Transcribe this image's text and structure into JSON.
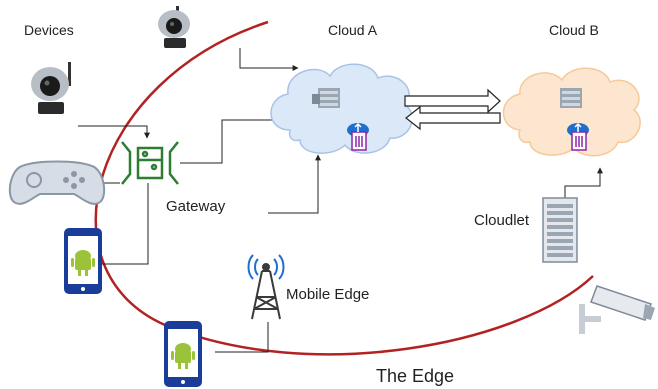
{
  "labels": {
    "devices": "Devices",
    "cloud_a": "Cloud A",
    "cloud_b": "Cloud B",
    "gateway": "Gateway",
    "cloudlet": "Cloudlet",
    "mobile_edge": "Mobile Edge",
    "the_edge": "The Edge"
  },
  "icons": [
    "ip-camera-icon",
    "gamepad-icon",
    "android-phone-icon",
    "gateway-icon",
    "server-icon",
    "cloud-upload-icon",
    "cell-tower-icon",
    "surveillance-camera-icon"
  ],
  "colors": {
    "edge_curve": "#b22222",
    "cloud_a_fill": "#dbe8f8",
    "cloud_b_fill": "#fce6cf",
    "gateway_green": "#2e7d32",
    "phone_blue": "#1a3d99",
    "android_green": "#9bc33a",
    "cloud_upload_blue": "#1f6fcf",
    "storage_purple": "#8e24aa"
  }
}
